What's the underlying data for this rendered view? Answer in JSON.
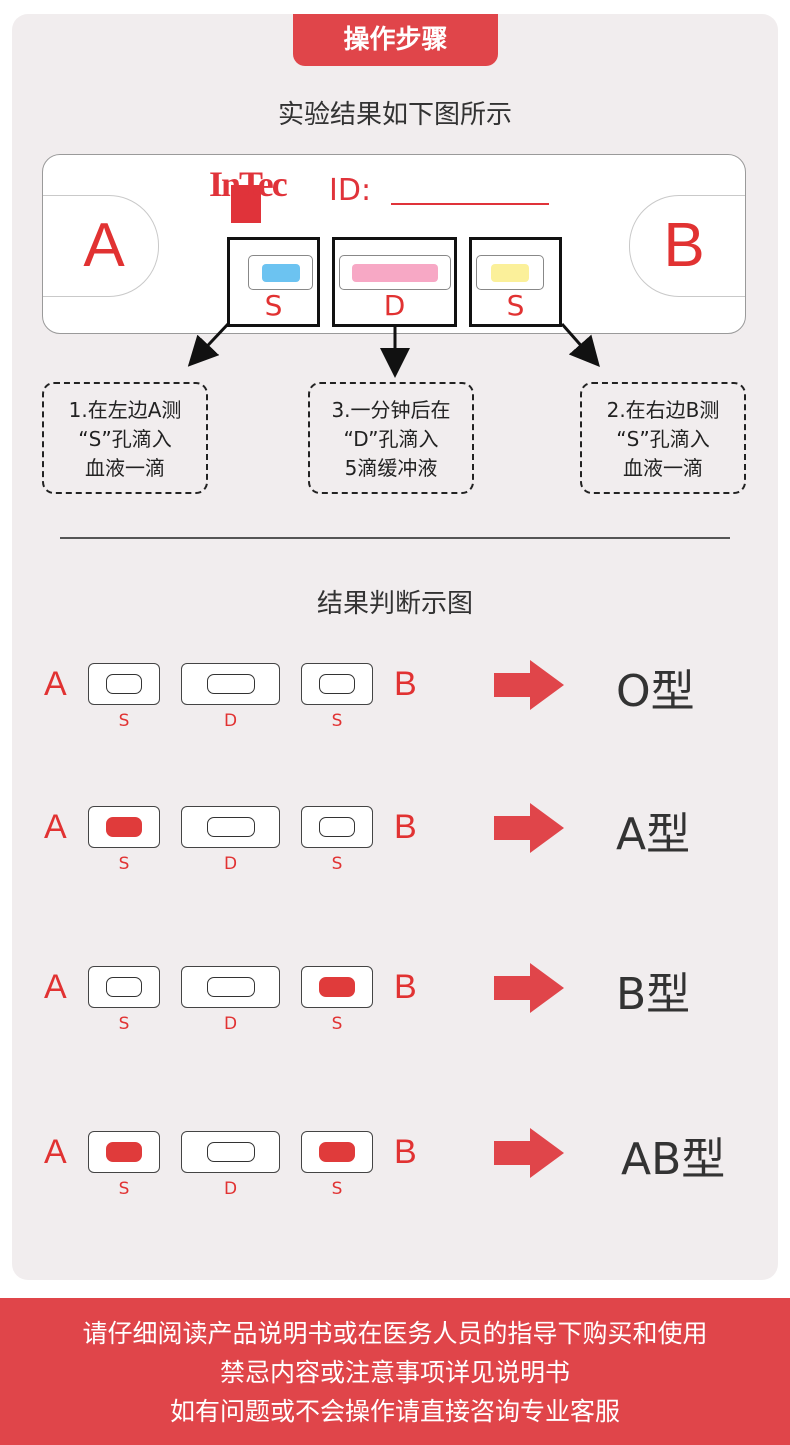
{
  "header_tab": "操作步骤",
  "section1_title": "实验结果如下图所示",
  "card": {
    "logo_text": "InTec",
    "id_label": "ID:",
    "left_letter": "A",
    "right_letter": "B",
    "wells": [
      {
        "label": "S",
        "color": "#6cc3f1"
      },
      {
        "label": "D",
        "color": "#f7a8c5"
      },
      {
        "label": "S",
        "color": "#fbf09a"
      }
    ]
  },
  "notes": [
    {
      "line1": "1.在左边A测",
      "line2": "“S”孔滴入",
      "line3": "血液一滴"
    },
    {
      "line1": "3.一分钟后在",
      "line2": "“D”孔滴入",
      "line3": "5滴缓冲液"
    },
    {
      "line1": "2.在右边B测",
      "line2": "“S”孔滴入",
      "line3": "血液一滴"
    }
  ],
  "section2_title": "结果判断示图",
  "rows": [
    {
      "left": "A",
      "right": "B",
      "labels": [
        "S",
        "D",
        "S"
      ],
      "filled": [
        false,
        false,
        false
      ],
      "result": "O型"
    },
    {
      "left": "A",
      "right": "B",
      "labels": [
        "S",
        "D",
        "S"
      ],
      "filled": [
        true,
        false,
        false
      ],
      "result": "A型"
    },
    {
      "left": "A",
      "right": "B",
      "labels": [
        "S",
        "D",
        "S"
      ],
      "filled": [
        false,
        false,
        true
      ],
      "result": "B型"
    },
    {
      "left": "A",
      "right": "B",
      "labels": [
        "S",
        "D",
        "S"
      ],
      "filled": [
        true,
        false,
        true
      ],
      "result": "AB型"
    }
  ],
  "footer": {
    "line1": "请仔细阅读产品说明书或在医务人员的指导下购买和使用",
    "line2": "禁忌内容或注意事项详见说明书",
    "line3": "如有问题或不会操作请直接咨询专业客服"
  },
  "colors": {
    "accent": "#e0454a",
    "fill": "#e03b3b"
  }
}
